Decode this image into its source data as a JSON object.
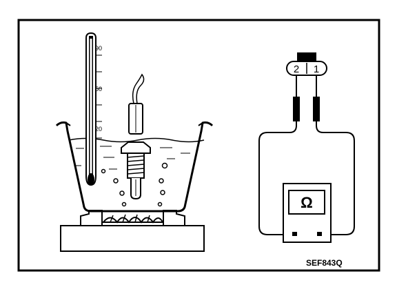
{
  "figure": {
    "code": "SEF843Q",
    "thermometer": {
      "scale_labels": [
        "90",
        "50",
        "20"
      ]
    },
    "connector": {
      "pins": [
        "2",
        "1"
      ]
    },
    "ohmmeter": {
      "symbol": "Ω"
    }
  }
}
